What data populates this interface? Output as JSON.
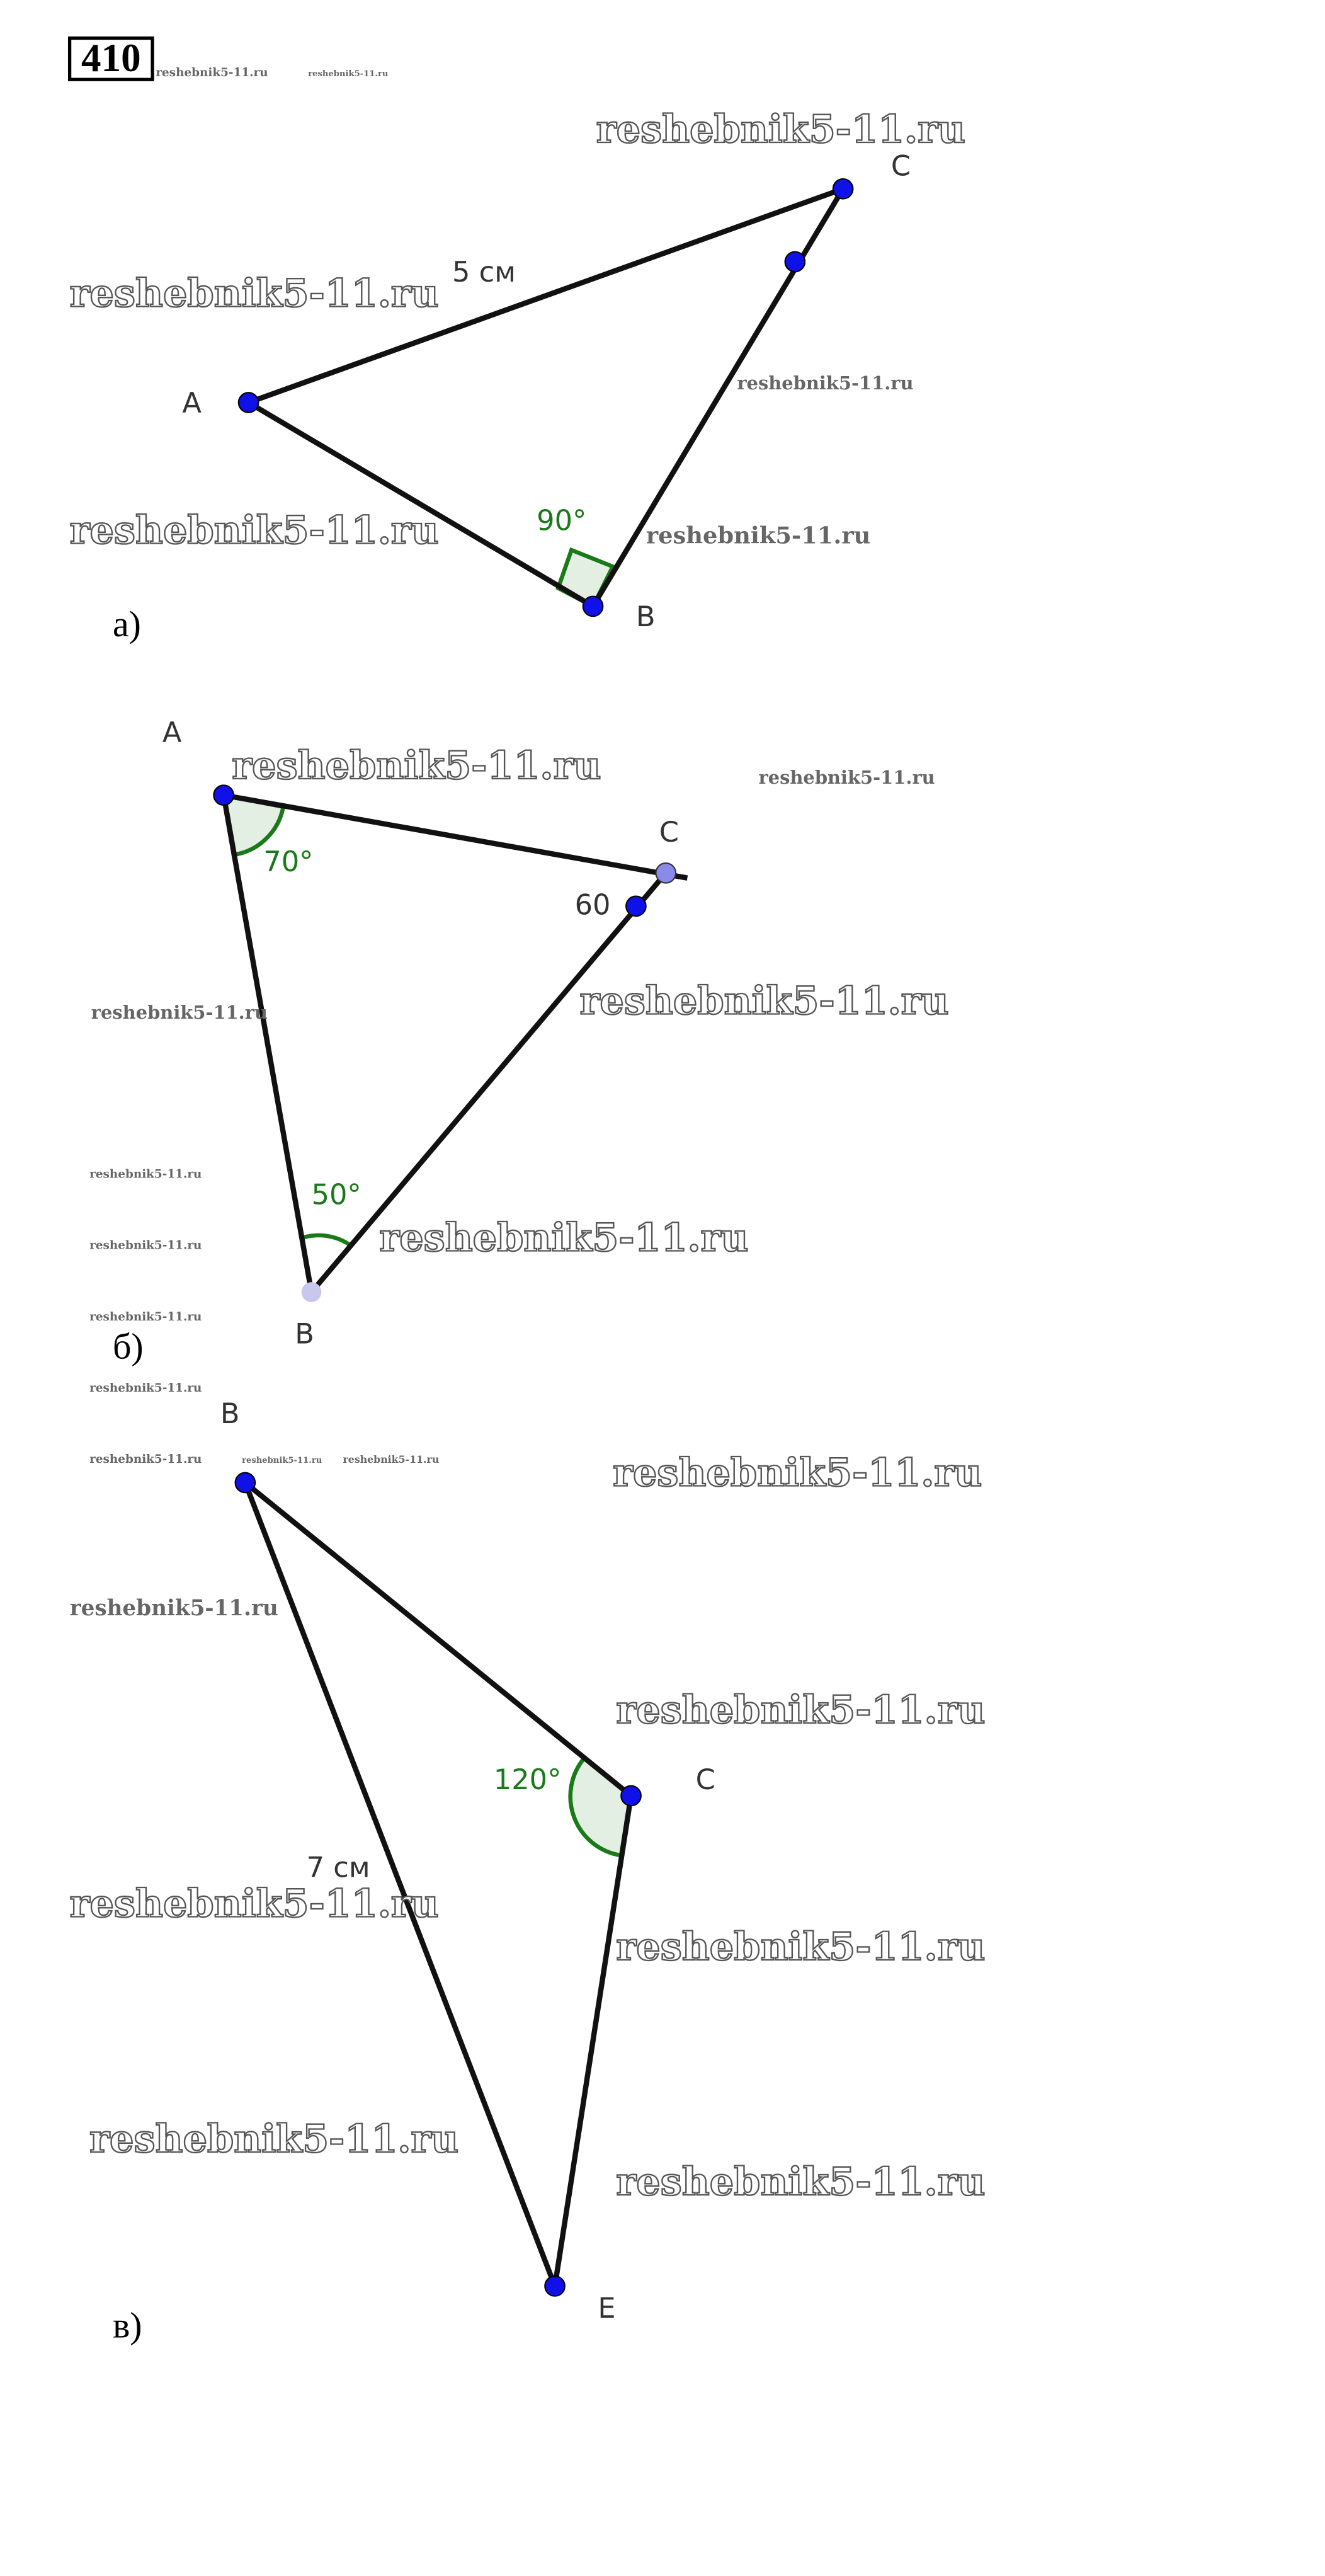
{
  "problem_number": "410",
  "watermark": "reshebnik5-11.ru",
  "parts": {
    "a": {
      "label": "а)",
      "A": "A",
      "B": "B",
      "C": "C",
      "side": "5 см",
      "angle_B": "90°"
    },
    "b": {
      "label": "б)",
      "A": "A",
      "B": "B",
      "C": "C",
      "angle_A": "70°",
      "angle_C": "60",
      "angle_B": "50°"
    },
    "c": {
      "label": "в)",
      "B": "B",
      "C": "C",
      "E": "E",
      "side": "7 см",
      "angle_C": "120°"
    }
  },
  "colors": {
    "point": "#1010e8",
    "angle": "#1a7a1a"
  }
}
